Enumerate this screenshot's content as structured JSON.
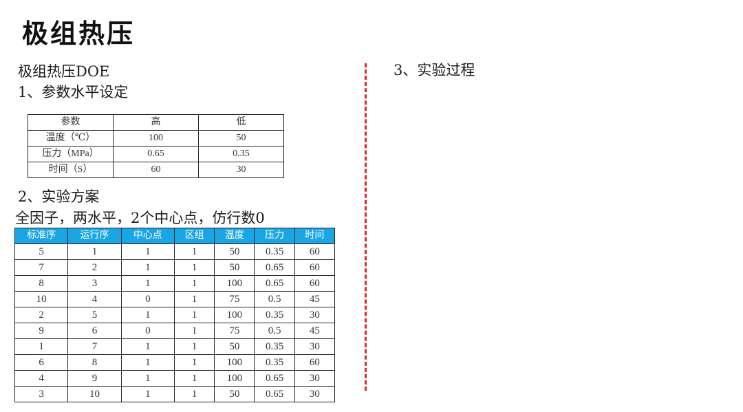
{
  "slide": {
    "title": "极组热压",
    "subtitle": "极组热压DOE",
    "section1": "1、参数水平设定",
    "section2": "2、实验方案",
    "description": "全因子，两水平，2个中心点，仿行数0",
    "section3": "3、实验过程"
  },
  "param_table": {
    "headers": [
      "参数",
      "高",
      "低"
    ],
    "rows": [
      [
        "温度（℃）",
        "100",
        "50"
      ],
      [
        "压力（MPa）",
        "0.65",
        "0.35"
      ],
      [
        "时间（S）",
        "60",
        "30"
      ]
    ]
  },
  "design_table": {
    "headers": [
      "标准序",
      "运行序",
      "中心点",
      "区组",
      "温度",
      "压力",
      "时间"
    ],
    "rows": [
      [
        "5",
        "1",
        "1",
        "1",
        "50",
        "0.35",
        "60"
      ],
      [
        "7",
        "2",
        "1",
        "1",
        "50",
        "0.65",
        "60"
      ],
      [
        "8",
        "3",
        "1",
        "1",
        "100",
        "0.65",
        "60"
      ],
      [
        "10",
        "4",
        "0",
        "1",
        "75",
        "0.5",
        "45"
      ],
      [
        "2",
        "5",
        "1",
        "1",
        "100",
        "0.35",
        "30"
      ],
      [
        "9",
        "6",
        "0",
        "1",
        "75",
        "0.5",
        "45"
      ],
      [
        "1",
        "7",
        "1",
        "1",
        "50",
        "0.35",
        "30"
      ],
      [
        "6",
        "8",
        "1",
        "1",
        "100",
        "0.35",
        "60"
      ],
      [
        "4",
        "9",
        "1",
        "1",
        "100",
        "0.65",
        "30"
      ],
      [
        "3",
        "10",
        "1",
        "1",
        "50",
        "0.65",
        "30"
      ]
    ]
  },
  "colors": {
    "header_fill": "#1aa6e4",
    "divider": "#e8202a"
  }
}
